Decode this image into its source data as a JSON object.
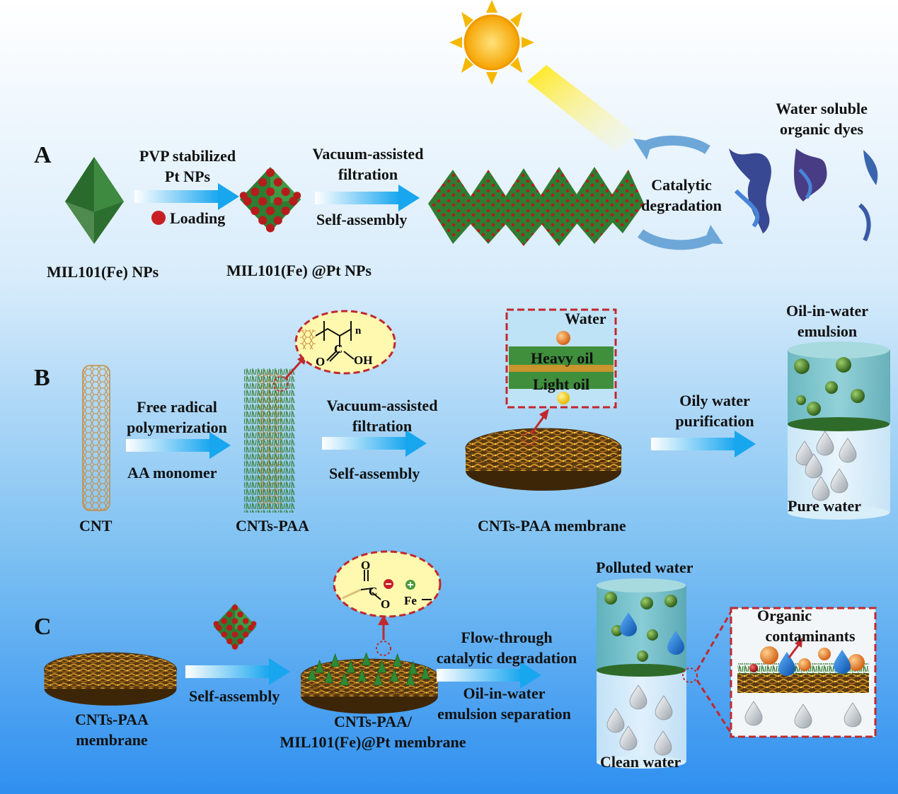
{
  "panels": {
    "a": "A",
    "b": "B",
    "c": "C"
  },
  "row_a": {
    "step1_top": [
      "PVP stabilized",
      "Pt NPs"
    ],
    "step1_bottom": "Loading",
    "mil_label": "MIL101(Fe) NPs",
    "milpt_label": "MIL101(Fe) @Pt NPs",
    "step2_top": [
      "Vacuum-assisted",
      "filtration"
    ],
    "step2_bottom": "Self-assembly",
    "catalytic": [
      "Catalytic",
      "degradation"
    ],
    "dyes": [
      "Water soluble",
      "organic dyes"
    ]
  },
  "row_b": {
    "cnt_label": "CNT",
    "step1_top": [
      "Free radical",
      "polymerization"
    ],
    "step1_bottom": "AA monomer",
    "cntpaa_label": "CNTs-PAA",
    "step2_top": [
      "Vacuum-assisted",
      "filtration"
    ],
    "step2_bottom": "Self-assembly",
    "membrane_label": "CNTs-PAA membrane",
    "inset": {
      "water": "Water",
      "heavy": "Heavy oil",
      "light": "Light oil"
    },
    "chem": {
      "n": "n",
      "c": "C",
      "o": "O",
      "oh": "OH"
    },
    "step3_top": [
      "Oily water",
      "purification"
    ],
    "emulsion": [
      "Oil-in-water",
      "emulsion"
    ],
    "pure_water": "Pure water"
  },
  "row_c": {
    "membrane_label": [
      "CNTs-PAA",
      "membrane"
    ],
    "step1": "Self-assembly",
    "composite_label": [
      "CNTs-PAA/",
      "MIL101(Fe)@Pt membrane"
    ],
    "chem": {
      "o_top": "O",
      "c": "C",
      "o_neg": "O",
      "fe": "Fe"
    },
    "step2_top": [
      "Flow-through",
      "catalytic degradation"
    ],
    "step2_bottom": [
      "Oil-in-water",
      "emulsion separation"
    ],
    "polluted": "Polluted water",
    "clean": "Clean water",
    "contaminants": [
      "Organic",
      "contaminants"
    ]
  },
  "colors": {
    "bg_top": "#ffffff",
    "bg_bottom": "#2f8ff0",
    "arrow": "#1ea8ef",
    "mof_green": "#2e7d32",
    "pt_red": "#b71c1c",
    "dash_red": "#c0282d",
    "sun": "#f5b800"
  }
}
